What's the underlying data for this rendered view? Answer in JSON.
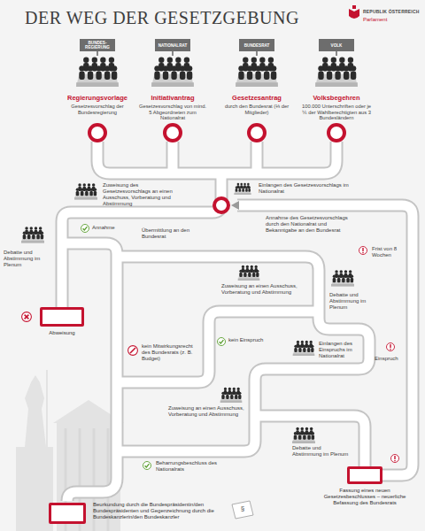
{
  "diagram": {
    "title": "DER WEG DER GESETZGEBUNG",
    "nodes": [
      {
        "text": [
          "Regierungsvorlage",
          "Gesetzesvorschlag der Bundesregierung"
        ]
      },
      {
        "text": [
          "Initiativantrag",
          "Gesetzesvorschlag von mind. 5 Abgeordneten zum Nationalrat"
        ]
      },
      {
        "text": [
          "Gesetzesantrag",
          "durch den Bundesrat (⅓ der Mitglieder)"
        ]
      },
      {
        "text": [
          "Volksbegehren",
          "100.000 Unterschriften oder je ⅙ der Wahlberechtigten aus 3 Bundesländern"
        ]
      },
      {
        "text": [
          "Abweisung"
        ]
      },
      {
        "text": [
          "Fassung eines neuen Gesetzesbeschlusses – neuerliche Befassung des Bundesrats"
        ]
      },
      {
        "text": [
          "Beurkundung durch die Bundespräsidentin/den Bundespräsidenten und Gegenzeichnung durch die Bundeskanzlerin/den Bundeskanzler"
        ]
      }
    ],
    "labels": [
      "REPUBLIK ÖSTERREICH",
      "Parlament",
      "BUNDES-REGIERUNG",
      "NATIONALRAT",
      "BUNDESRAT",
      "VOLK",
      "Zuweisung des Gesetzesvorschlags an einen Ausschuss, Vorberatung und Abstimmung",
      "Einlangen des Gesetzesvorschlags im Nationalrat",
      "Debatte und Abstimmung im Plenum",
      "Annahme",
      "Übermittlung an den Bundesrat",
      "Annahme des Gesetzesvorschlags durch den Nationalrat und Bekanntgabe an den Bundesrat",
      "Frist von 8 Wochen",
      "Zuweisung an einen Ausschuss, Vorberatung und Abstimmung",
      "Debatte und Abstimmung im Plenum",
      "Einspruch",
      "kein Mitwirkungsrecht des Bundesrats (z. B. Budget)",
      "kein Einspruch",
      "Einlangen des Einspruchs im Nationalrat",
      "Zuweisung an einen Ausschuss, Vorberatung und Abstimmung",
      "Debatte und Abstimmung im Plenum",
      "Beharrungsbeschluss des Nationalrats",
      "§"
    ]
  }
}
